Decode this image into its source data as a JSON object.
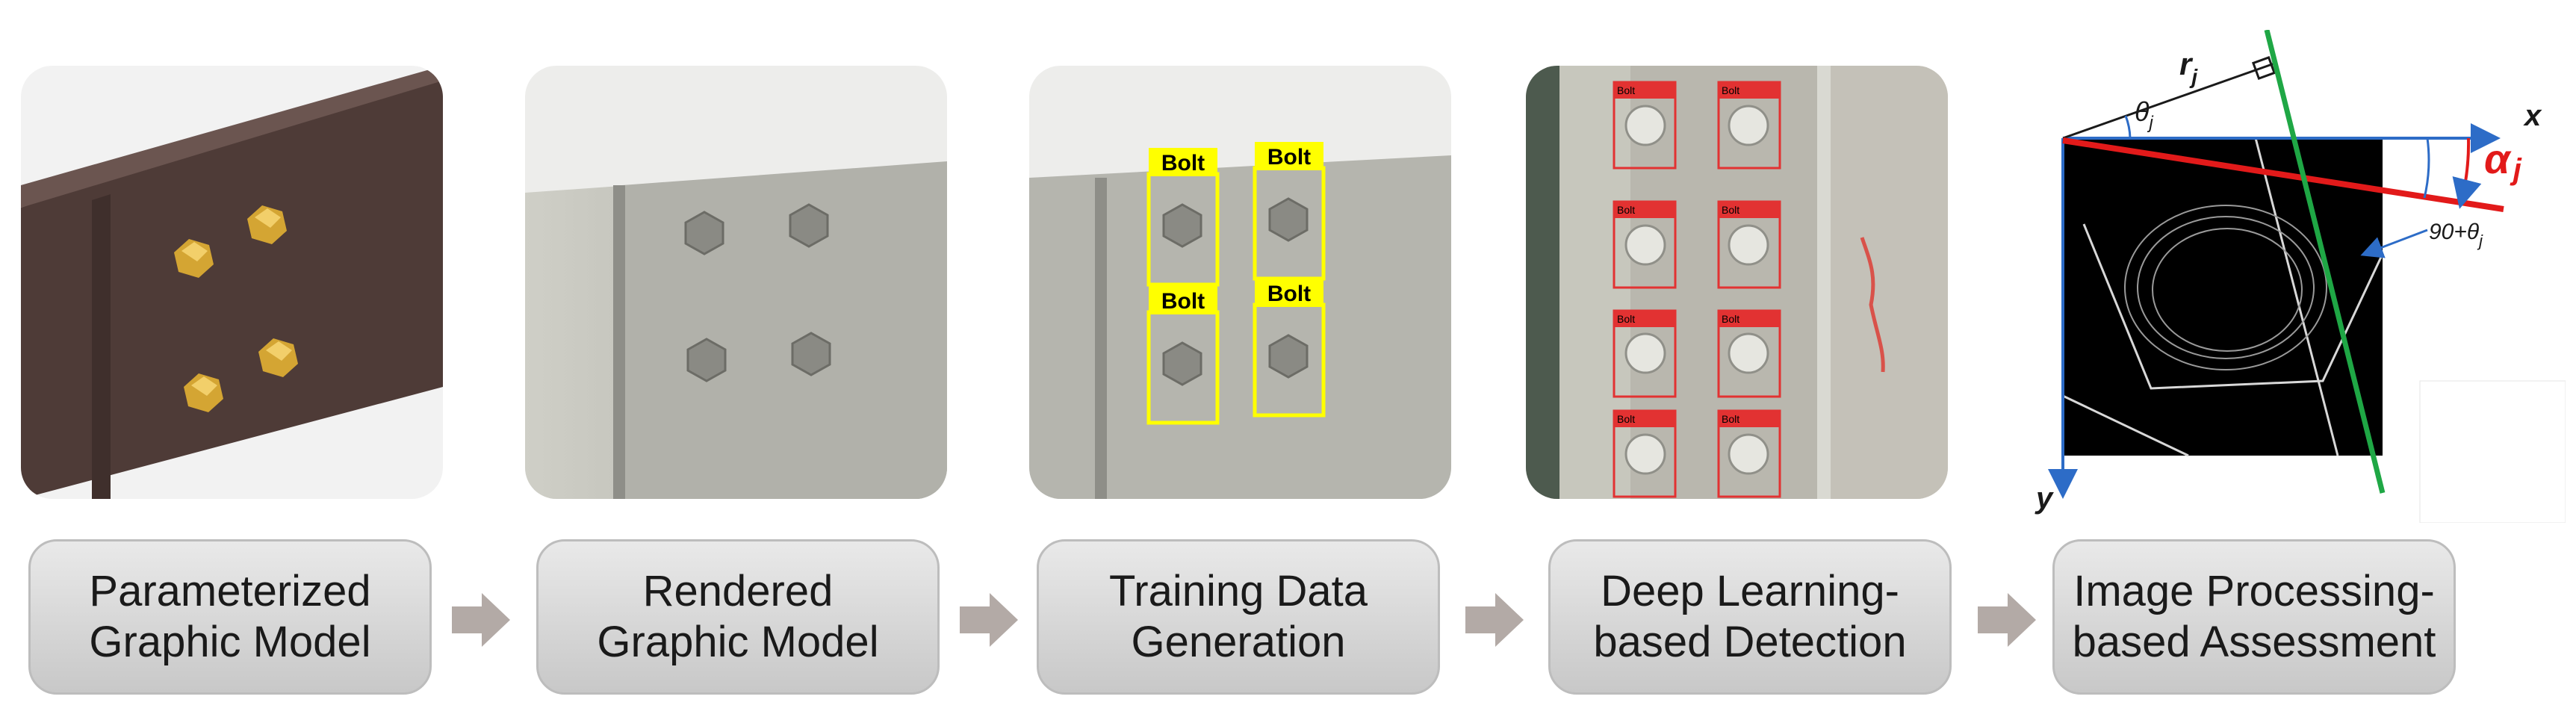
{
  "stages": [
    {
      "label": "Parameterized\nGraphic Model"
    },
    {
      "label": "Rendered\nGraphic Model"
    },
    {
      "label": "Training Data\nGeneration"
    },
    {
      "label": "Deep Learning-\nbased Detection"
    },
    {
      "label": "Image Processing-\nbased Assessment"
    }
  ],
  "bolt_label": "Bolt",
  "geometry": {
    "axis_x": "x",
    "axis_y": "y",
    "r_label": "r",
    "r_sub": "j",
    "theta_label": "θ",
    "theta_sub": "j",
    "alpha_label": "α",
    "alpha_sub": "j",
    "perp_angle_label": "90+θ",
    "perp_angle_sub": "j"
  },
  "colors": {
    "beam": "#4e3b37",
    "bolt_gold": "#d4a533",
    "bbox_yellow": "#ffff00",
    "bbox_red": "#e23232",
    "line_red": "#e21a1a",
    "line_green": "#1fa745",
    "axis_blue": "#2d6cc7"
  }
}
